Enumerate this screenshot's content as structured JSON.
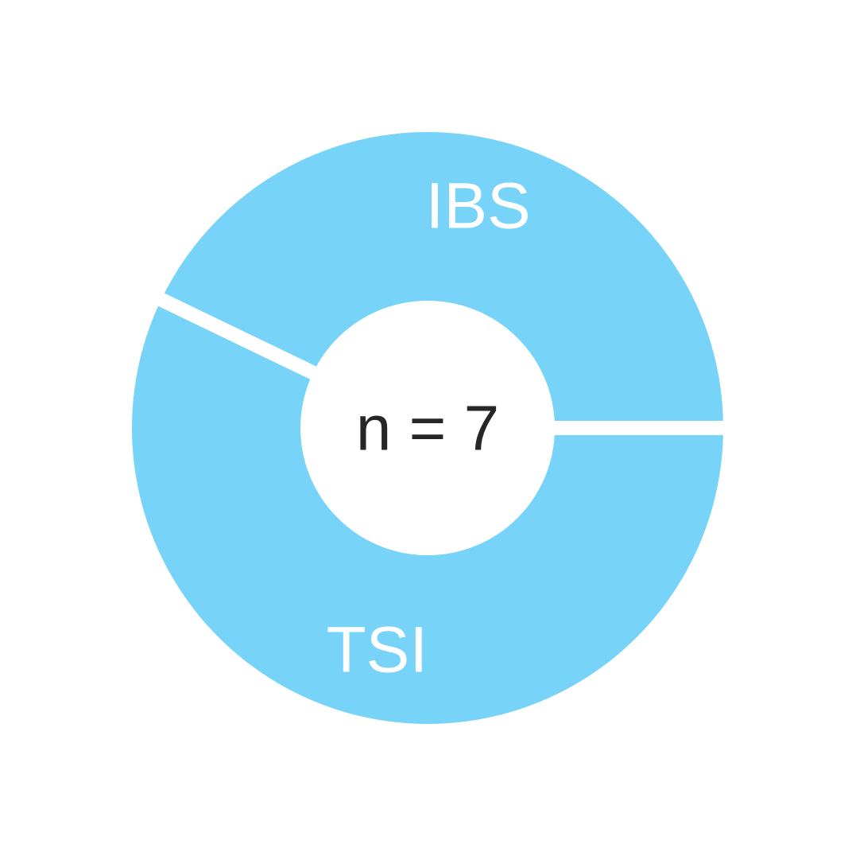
{
  "chart_data": {
    "type": "pie",
    "variant": "donut",
    "slices": [
      {
        "label": "IBS",
        "value": 3,
        "color": "#77d3f7"
      },
      {
        "label": "TSI",
        "value": 4,
        "color": "#77d3f7"
      }
    ],
    "center_label": "n = 7",
    "legend": "none"
  }
}
